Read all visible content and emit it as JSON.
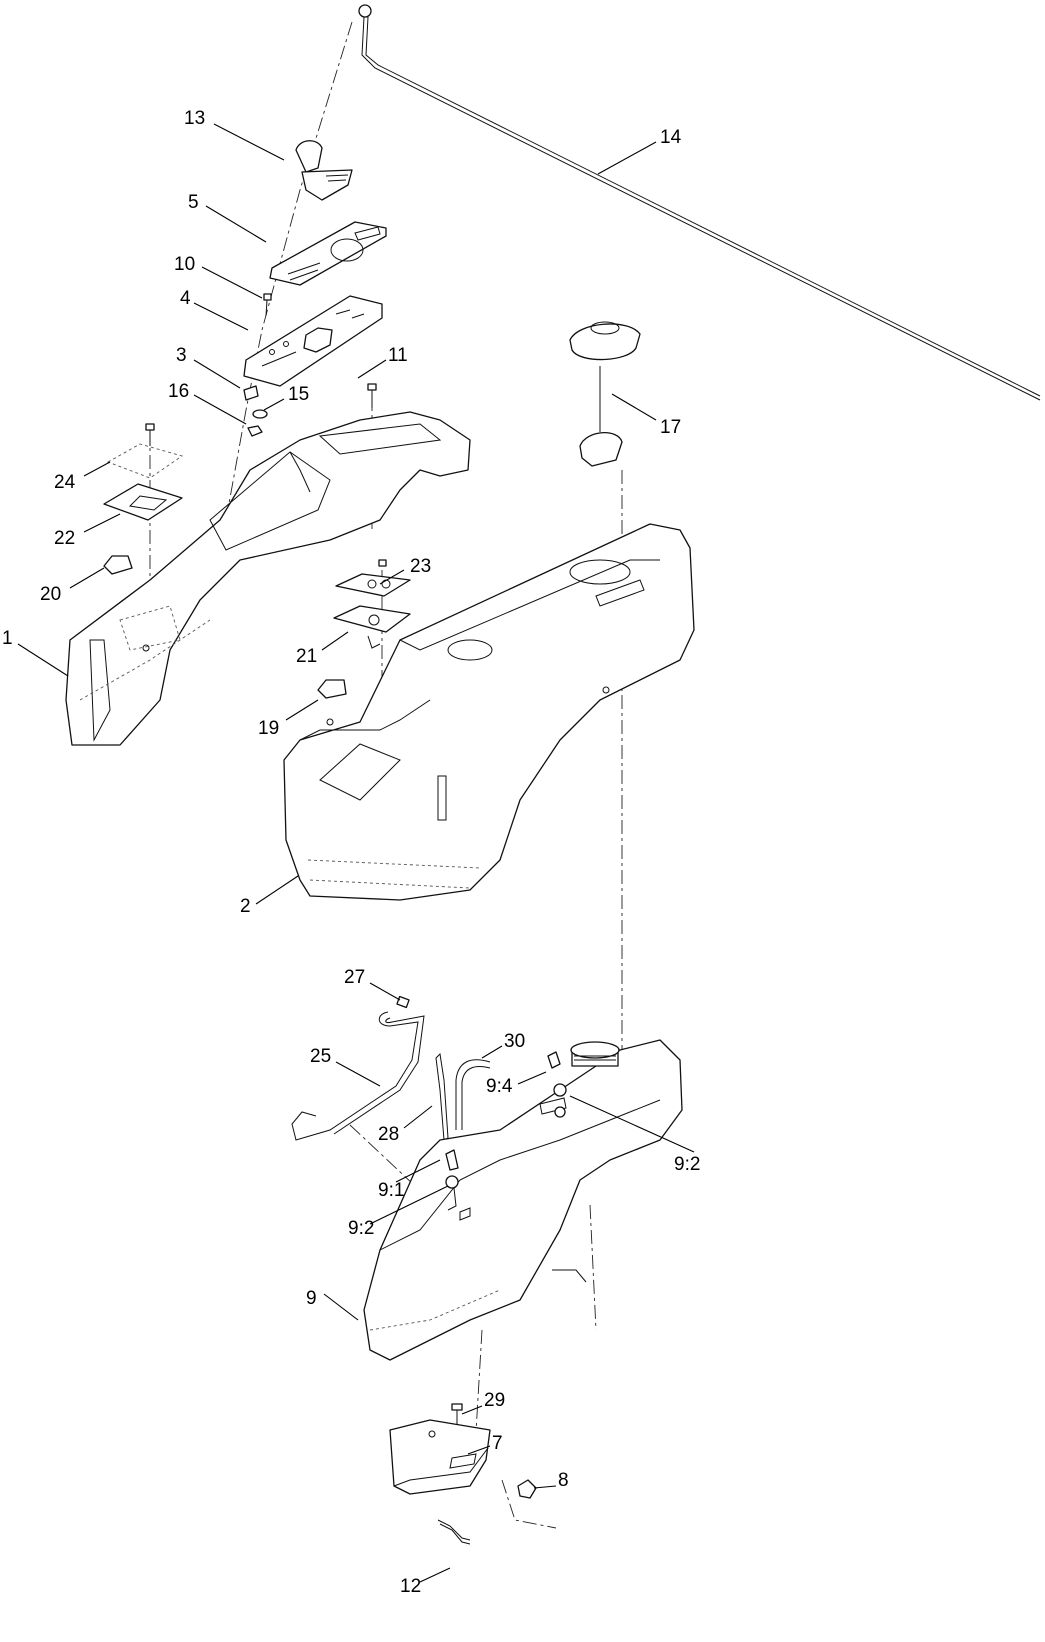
{
  "callouts": [
    {
      "id": "c13",
      "label": "13"
    },
    {
      "id": "c14",
      "label": "14"
    },
    {
      "id": "c5",
      "label": "5"
    },
    {
      "id": "c10",
      "label": "10"
    },
    {
      "id": "c4",
      "label": "4"
    },
    {
      "id": "c3",
      "label": "3"
    },
    {
      "id": "c11",
      "label": "11"
    },
    {
      "id": "c16",
      "label": "16"
    },
    {
      "id": "c15",
      "label": "15"
    },
    {
      "id": "c17",
      "label": "17"
    },
    {
      "id": "c24",
      "label": "24"
    },
    {
      "id": "c22",
      "label": "22"
    },
    {
      "id": "c20",
      "label": "20"
    },
    {
      "id": "c1",
      "label": "1"
    },
    {
      "id": "c23",
      "label": "23"
    },
    {
      "id": "c21",
      "label": "21"
    },
    {
      "id": "c19",
      "label": "19"
    },
    {
      "id": "c2",
      "label": "2"
    },
    {
      "id": "c27",
      "label": "27"
    },
    {
      "id": "c30",
      "label": "30"
    },
    {
      "id": "c25",
      "label": "25"
    },
    {
      "id": "c9_4",
      "label": "9:4"
    },
    {
      "id": "c28",
      "label": "28"
    },
    {
      "id": "c9_2a",
      "label": "9:2"
    },
    {
      "id": "c9_1",
      "label": "9:1"
    },
    {
      "id": "c9_2b",
      "label": "9:2"
    },
    {
      "id": "c9",
      "label": "9"
    },
    {
      "id": "c29",
      "label": "29"
    },
    {
      "id": "c7",
      "label": "7"
    },
    {
      "id": "c8",
      "label": "8"
    },
    {
      "id": "c12",
      "label": "12"
    }
  ]
}
